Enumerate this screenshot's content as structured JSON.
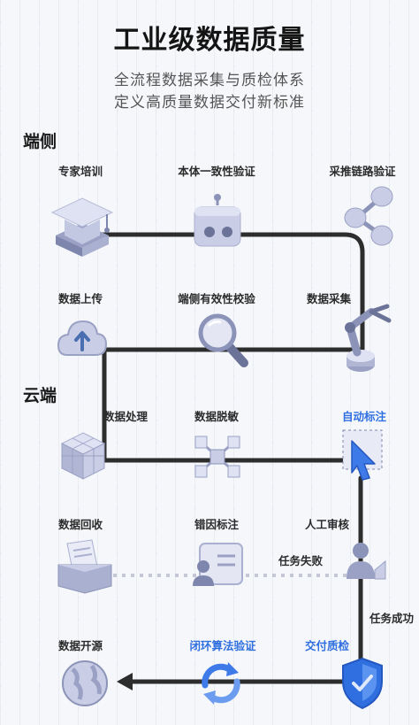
{
  "title": "工业级数据质量",
  "subtitle_line1": "全流程数据采集与质检体系",
  "subtitle_line2": "定义高质量数据交付新标准",
  "sections": {
    "edge": "端侧",
    "cloud": "云端"
  },
  "nodes": {
    "expert_training": "专家培训",
    "consistency_check": "本体一致性验证",
    "chain_check": "采推链路验证",
    "data_upload": "数据上传",
    "edge_validity": "端侧有效性校验",
    "data_collection": "数据采集",
    "data_processing": "数据处理",
    "data_masking": "数据脱敏",
    "auto_label": "自动标注",
    "data_recall": "数据回收",
    "error_label": "错因标注",
    "manual_review": "人工审核",
    "task_fail": "任务失败",
    "task_success": "任务成功",
    "data_open": "数据开源",
    "closed_loop": "闭环算法验证",
    "delivery_qc": "交付质检"
  },
  "colors": {
    "accent": "#2f6fe0",
    "line": "#2b2b2b",
    "icon": "#b7bdd8"
  }
}
